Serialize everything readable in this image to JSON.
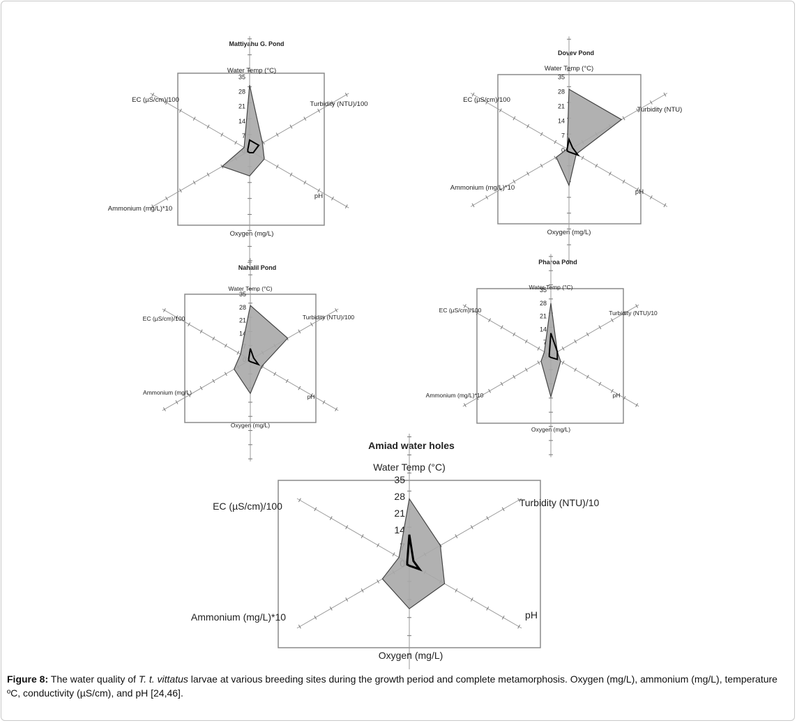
{
  "figure": {
    "caption_label": "Figure 8:",
    "caption_pre": "The water quality of ",
    "caption_species": "T. t. vittatus",
    "caption_post": " larvae at various breeding sites during the growth period and complete metamorphosis. Oxygen (mg/L), ammonium (mg/L), temperature ºC, conductivity (µS/cm), and pH [24,46]."
  },
  "chart_data": [
    {
      "type": "radar",
      "title": "Mattiyahu G. Pond",
      "axes": [
        "Water Temp (°C)",
        "Turbidity (NTU)/100",
        "pH",
        "Oxygen (mg/L)",
        "Ammonium (mg/L)*10",
        "EC (µS/cm)/100"
      ],
      "ticks": [
        "35",
        "28",
        "21",
        "14",
        "7",
        "0"
      ],
      "range": [
        0,
        35
      ],
      "series": [
        {
          "values": [
            31,
            7,
            8,
            12,
            15,
            3
          ]
        },
        {
          "values": [
            5,
            5,
            2,
            1,
            1,
            1
          ]
        }
      ]
    },
    {
      "type": "radar",
      "title": "Dovev Pond",
      "axes": [
        "Water Temp (°C)",
        "Turbidity (NTU)",
        "pH",
        "Oxygen (mg/L)",
        "Ammonium (mg/L)*10",
        "EC (µS/cm)/100"
      ],
      "ticks": [
        "35",
        "28",
        "21",
        "14",
        "7",
        "0"
      ],
      "range": [
        0,
        35
      ],
      "series": [
        {
          "values": [
            29,
            29,
            4,
            17,
            7,
            1
          ]
        },
        {
          "values": [
            5,
            2,
            5,
            1,
            1,
            1
          ]
        }
      ]
    },
    {
      "type": "radar",
      "title": "Nahalil Pond",
      "axes": [
        "Water Temp (°C)",
        "Turbidity (NTU)/100",
        "pH",
        "Oxygen (mg/L)",
        "Ammonium (mg/L)",
        "EC (µS/cm)/100"
      ],
      "ticks": [
        "35",
        "28",
        "21",
        "14",
        "7",
        "0"
      ],
      "range": [
        0,
        35
      ],
      "series": [
        {
          "values": [
            29,
            23,
            7,
            18,
            10,
            6
          ]
        },
        {
          "values": [
            6,
            2,
            5,
            1,
            1,
            1
          ]
        }
      ]
    },
    {
      "type": "radar",
      "title": "Pharoa Pond",
      "axes": [
        "Water Temp (°C)",
        "Turbidity (NTU)/10",
        "pH",
        "Oxygen (mg/L)",
        "Ammonium (mg/L)*10",
        "EC (µS/cm)/100"
      ],
      "ticks": [
        "35",
        "28",
        "21",
        "14",
        "7",
        "0"
      ],
      "range": [
        0,
        35
      ],
      "series": [
        {
          "values": [
            28,
            4,
            6,
            22,
            6,
            4
          ]
        },
        {
          "values": [
            12,
            4,
            4,
            1,
            1,
            1
          ]
        }
      ]
    },
    {
      "type": "radar",
      "title": "Amiad water holes",
      "axes": [
        "Water Temp (°C)",
        "Turbidity (NTU)/10",
        "pH",
        "Oxygen (mg/L)",
        "Ammonium (mg/L)*10",
        "EC (µS/cm)/100"
      ],
      "ticks": [
        "35",
        "28",
        "21",
        "14",
        "7",
        "0"
      ],
      "range": [
        0,
        35
      ],
      "series": [
        {
          "values": [
            27,
            15,
            17,
            19,
            13,
            5
          ]
        },
        {
          "values": [
            12,
            2,
            5,
            1,
            1,
            1
          ]
        }
      ]
    }
  ]
}
